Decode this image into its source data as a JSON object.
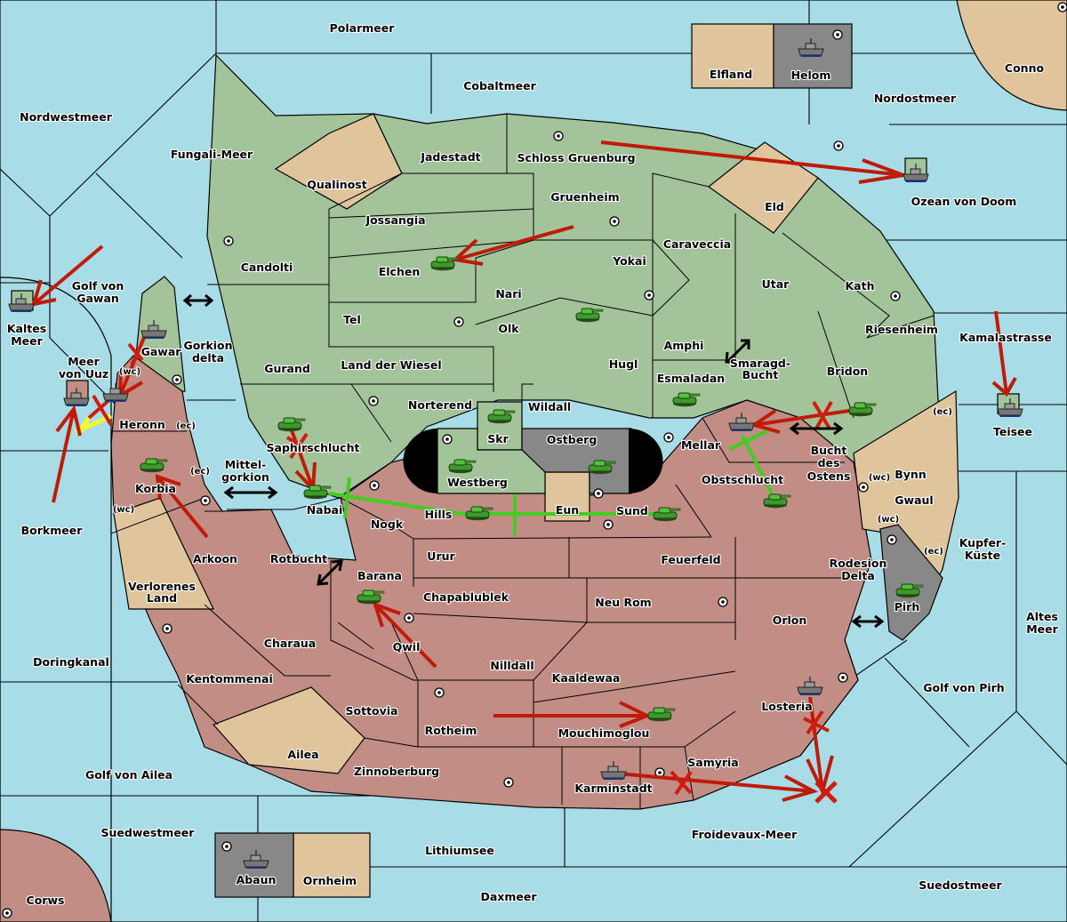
{
  "title": "Diplomacy map",
  "colors": {
    "sea": "#a8dde8",
    "green_power": "#a3c49a",
    "red_power": "#c28d85",
    "neutral": "#e0c59c",
    "grey_power": "#888888",
    "move_order": "#c01a08",
    "support_order": "#44cc22",
    "convoy": "#f5f530"
  },
  "seas": [
    "Polarmeer",
    "Cobaltmeer",
    "Nordwestmeer",
    "Fungali-Meer",
    "Nordostmeer",
    "Ozean von Doom",
    "Golf von Gawan",
    "Kaltes Meer",
    "Meer von Uuz",
    "Gorkion delta",
    "Mittel-gorkion",
    "Borkmeer",
    "Rotbucht",
    "Doringkanal",
    "Golf von Ailea",
    "Suedwestmeer",
    "Lithiumsee",
    "Daxmeer",
    "Froidevaux-Meer",
    "Suedostmeer",
    "Golf von Pirh",
    "Altes Meer",
    "Kupfer-Küste",
    "Kamalastrasse",
    "Rodesion Delta",
    "Bucht des Ostens",
    "Smaragd-Bucht"
  ],
  "labels": {
    "Polarmeer": "Polarmeer",
    "Cobaltmeer": "Cobaltmeer",
    "Nordwestmeer": "Nordwestmeer",
    "Fungali": "Fungali-Meer",
    "Nordostmeer": "Nordostmeer",
    "Ozean": "Ozean von Doom",
    "Gawan1": "Golf von",
    "Gawan2": "Gawan",
    "Kaltes1": "Kaltes",
    "Kaltes2": "Meer",
    "Uuz1": "Meer",
    "Uuz2": "von Uuz",
    "Gorkion1": "Gorkion",
    "Gorkion2": "delta",
    "Mittel1": "Mittel-",
    "Mittel2": "gorkion",
    "Borkmeer": "Borkmeer",
    "Rotbucht": "Rotbucht",
    "Doringkanal": "Doringkanal",
    "Ailea_gulf": "Golf von Ailea",
    "Suedwestmeer": "Suedwestmeer",
    "Lithiumsee": "Lithiumsee",
    "Daxmeer": "Daxmeer",
    "Froidevaux": "Froidevaux-Meer",
    "Suedostmeer": "Suedostmeer",
    "Pirh_gulf": "Golf von Pirh",
    "Altes1": "Altes",
    "Altes2": "Meer",
    "Kupfer1": "Kupfer-",
    "Kupfer2": "Küste",
    "Kamalastrasse": "Kamalastrasse",
    "Rodesion1": "Rodesion",
    "Rodesion2": "Delta",
    "Bucht1": "Bucht",
    "Bucht2": "des",
    "Bucht3": "Ostens",
    "Smaragd1": "Smaragd-",
    "Smaragd2": "Bucht",
    "Elfland": "Elfland",
    "Helom": "Helom",
    "Conno": "Conno",
    "Teisee": "Teisee",
    "Jadestadt": "Jadestadt",
    "Schloss": "Schloss Gruenburg",
    "Qualinost": "Qualinost",
    "Gruenheim": "Gruenheim",
    "Jossangia": "Jossangia",
    "Eld": "Eld",
    "Caraveccia": "Caraveccia",
    "Candolti": "Candolti",
    "Elchen": "Elchen",
    "Yokai": "Yokai",
    "Utar": "Utar",
    "Kath": "Kath",
    "Nari": "Nari",
    "Tel": "Tel",
    "Olk": "Olk",
    "Riesenheim": "Riesenheim",
    "Amphi": "Amphi",
    "Gurand": "Gurand",
    "Wiesel": "Land der Wiesel",
    "Hugl": "Hugl",
    "Bridon": "Bridon",
    "Esmaladan": "Esmaladan",
    "Norterend": "Norterend",
    "Wildall": "Wildall",
    "Skr": "Skr",
    "Ostberg": "Ostberg",
    "Westberg": "Westberg",
    "Eun": "Eun",
    "Mellar": "Mellar",
    "Saphir": "Saphirschlucht",
    "Obst": "Obstschlucht",
    "Nabai": "Nabai",
    "Hills": "Hills",
    "Sund": "Sund",
    "Nogk": "Nogk",
    "Bynn": "Bynn",
    "Gwaul": "Gwaul",
    "Pirh": "Pirh",
    "Gawar": "Gawar",
    "Heronn": "Heronn",
    "Korbia": "Korbia",
    "Arkoon": "Arkoon",
    "Verlorenes1": "Verlorenes",
    "Verlorenes2": "Land",
    "Urur": "Urur",
    "Feuerfeld": "Feuerfeld",
    "Barana": "Barana",
    "Chapa": "Chapablublek",
    "NeuRom": "Neu Rom",
    "Orlon": "Orlon",
    "Charaua": "Charaua",
    "Qwil": "Qwil",
    "Nilldall": "Nilldall",
    "Kaaldewaa": "Kaaldewaa",
    "Kentommenai": "Kentommenai",
    "Sottovia": "Sottovia",
    "Rotheim": "Rotheim",
    "Mouchimoglou": "Mouchimoglou",
    "Losteria": "Losteria",
    "Ailea": "Ailea",
    "Zinnoberburg": "Zinnoberburg",
    "Samyria": "Samyria",
    "Karminstadt": "Karminstadt",
    "Abaun": "Abaun",
    "Ornheim": "Ornheim",
    "Corws": "Corws"
  },
  "coast_marks": {
    "ec": "(ec)",
    "wc": "(wc)"
  },
  "units": [
    {
      "type": "fleet",
      "at": "Helom"
    },
    {
      "type": "fleet",
      "at": "Ozean von Doom",
      "retreat": true
    },
    {
      "type": "fleet",
      "at": "Kaltes Meer",
      "retreat": true
    },
    {
      "type": "fleet",
      "at": "Gawar"
    },
    {
      "type": "fleet",
      "at": "Heronn (wc)"
    },
    {
      "type": "fleet",
      "at": "Meer von Uuz",
      "retreat": true
    },
    {
      "type": "army",
      "at": "Elchen"
    },
    {
      "type": "army",
      "at": "Olk"
    },
    {
      "type": "army",
      "at": "Esmaladan"
    },
    {
      "type": "army",
      "at": "Bridon"
    },
    {
      "type": "fleet",
      "at": "Mellar"
    },
    {
      "type": "fleet",
      "at": "Teisee",
      "retreat": true
    },
    {
      "type": "army",
      "at": "Skr"
    },
    {
      "type": "army",
      "at": "Westberg"
    },
    {
      "type": "army",
      "at": "Ostberg"
    },
    {
      "type": "army",
      "at": "Saphirschlucht"
    },
    {
      "type": "army",
      "at": "Nabai"
    },
    {
      "type": "army",
      "at": "Hills"
    },
    {
      "type": "army",
      "at": "Sund"
    },
    {
      "type": "army",
      "at": "Obstschlucht"
    },
    {
      "type": "army",
      "at": "Korbia"
    },
    {
      "type": "army",
      "at": "Barana"
    },
    {
      "type": "army",
      "at": "Pirh"
    },
    {
      "type": "army",
      "at": "Mouchimoglou"
    },
    {
      "type": "fleet",
      "at": "Losteria"
    },
    {
      "type": "fleet",
      "at": "Karminstadt"
    },
    {
      "type": "fleet",
      "at": "Abaun"
    }
  ]
}
